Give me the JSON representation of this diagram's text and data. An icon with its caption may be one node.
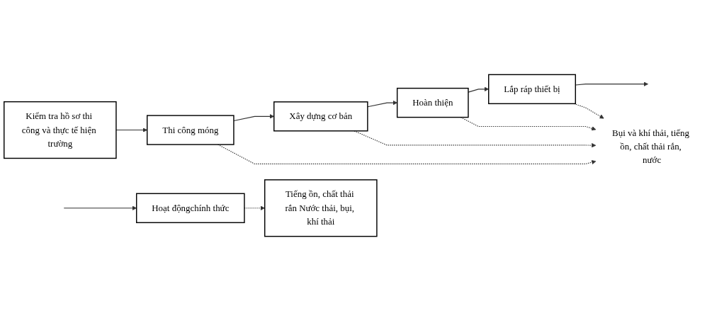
{
  "diagram": {
    "nodes": [
      {
        "text": [
          "Kiểm tra hồ sơ thi công và thực tế hiện trường"
        ]
      },
      {
        "text": [
          "Thi công móng"
        ]
      },
      {
        "text": [
          "Xây dựng cơ bản"
        ]
      },
      {
        "text": [
          "Hoàn thiện"
        ]
      },
      {
        "text": [
          "Lắp ráp thiết bị"
        ]
      },
      {
        "text": [
          "Bụi và khí thải, tiếng ồn, chất thải rắn, nước"
        ]
      },
      {
        "text": [
          "Hoạt độngchính thức"
        ]
      },
      {
        "text": [
          "Tiếng ồn, chất thải rắn Nước thải, bụi, khí thải"
        ]
      }
    ],
    "edges": [
      {
        "from": 0,
        "to": 1,
        "arrow": "to"
      },
      {
        "from": 1,
        "to": 2,
        "arrow": "to"
      },
      {
        "from": 2,
        "to": 3,
        "arrow": "to"
      },
      {
        "from": 3,
        "to": 4,
        "arrow": "to"
      },
      {
        "from": 4,
        "to": null,
        "arrow": "to"
      },
      {
        "from": 1,
        "to": 5,
        "arrow": "to",
        "style": "dashed"
      },
      {
        "from": 2,
        "to": 5,
        "arrow": "to",
        "style": "dashed"
      },
      {
        "from": 3,
        "to": 5,
        "arrow": "to",
        "style": "dashed"
      },
      {
        "from": 4,
        "to": 5,
        "arrow": "to",
        "style": "dashed"
      },
      {
        "from": null,
        "to": 6,
        "arrow": "to"
      },
      {
        "from": 6,
        "to": 7,
        "arrow": "to",
        "style": "dashed"
      }
    ]
  }
}
